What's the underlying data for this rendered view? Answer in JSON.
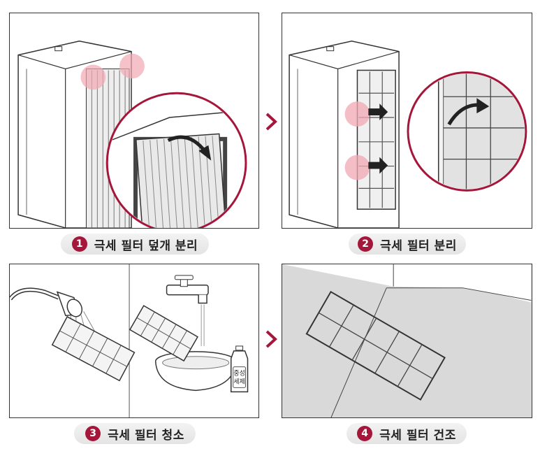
{
  "steps": [
    {
      "number": "1",
      "label": "극세 필터 덮개 분리"
    },
    {
      "number": "2",
      "label": "극세 필터 분리"
    },
    {
      "number": "3",
      "label": "극세 필터 청소"
    },
    {
      "number": "4",
      "label": "극세 필터 건조"
    }
  ],
  "detergent_label_line1": "중성",
  "detergent_label_line2": "세제",
  "icons": [
    "chevron-right-icon",
    "curved-arrow-icon",
    "faucet-icon",
    "shower-head-icon",
    "basin-icon",
    "detergent-bottle-icon"
  ],
  "colors": {
    "accent": "#a5163b",
    "highlight": "#f2a8b4",
    "caption_bg": "#e8e8e8",
    "floor": "#d9d9d9"
  }
}
